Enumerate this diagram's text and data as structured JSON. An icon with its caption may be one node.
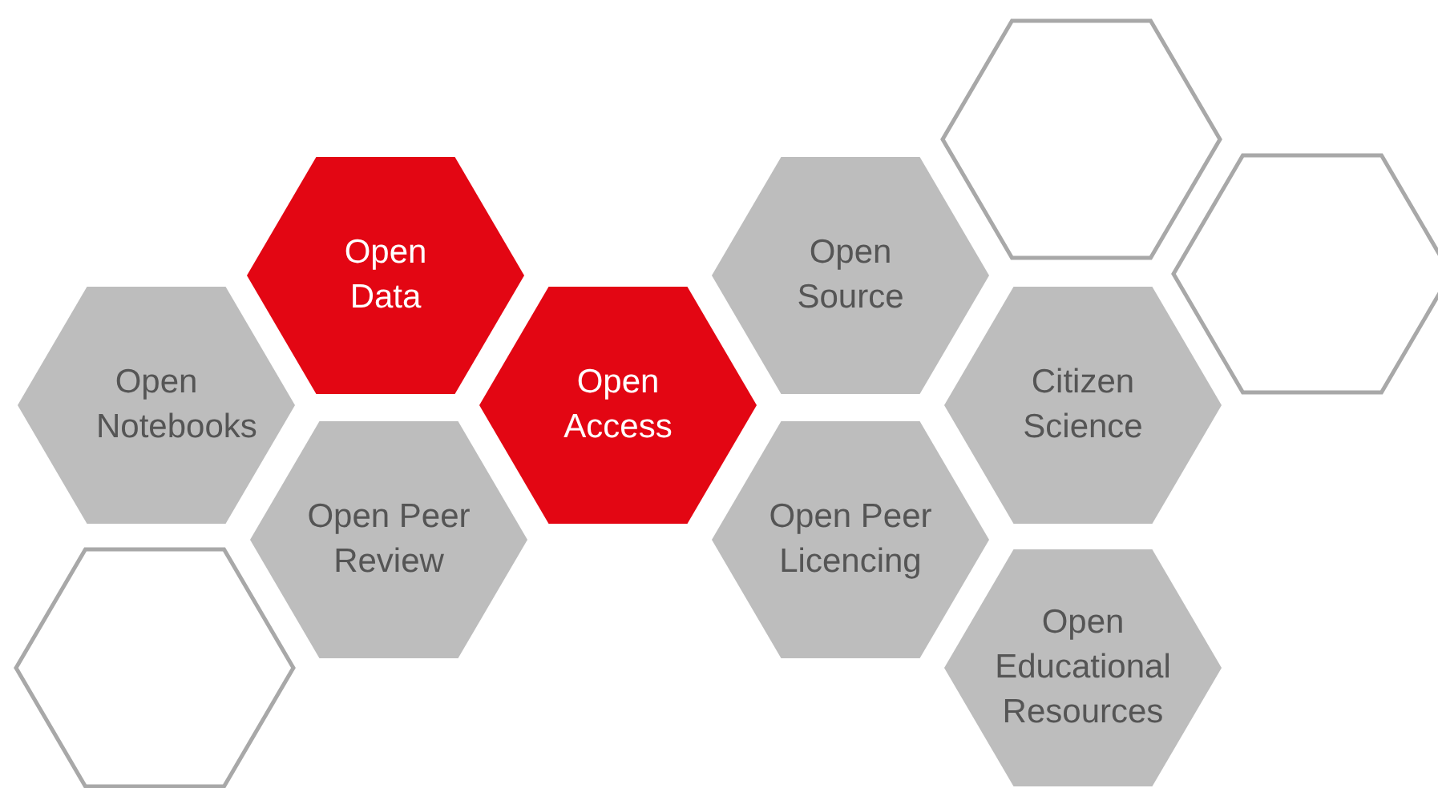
{
  "diagram": {
    "nodes": [
      {
        "text": [],
        "shape": "hexagon"
      },
      {
        "text": [
          "Open Data"
        ]
      },
      {
        "text": [
          "Open Source"
        ]
      },
      {
        "text": [],
        "shape": "hexagon"
      },
      {
        "text": [
          "Open Notebooks"
        ]
      },
      {
        "text": [
          "Open Access"
        ]
      },
      {
        "text": [
          "Citizen Science"
        ]
      },
      {
        "text": [
          "Open Peer Review"
        ]
      },
      {
        "text": [
          "Open Peer Licencing"
        ]
      },
      {
        "text": [],
        "shape": "hexagon"
      },
      {
        "text": [
          "Open Educational Resources"
        ]
      }
    ]
  }
}
